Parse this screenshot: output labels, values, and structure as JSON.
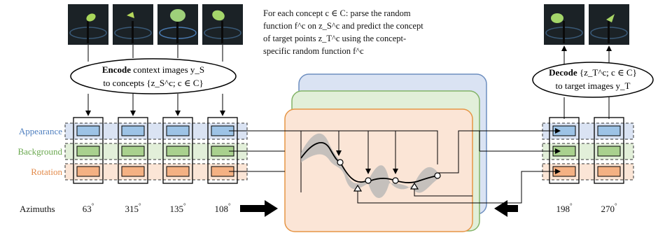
{
  "description": {
    "line1": "For each concept c ∈ C: parse the random",
    "line2": "function f^c on z_S^c and predict the concept",
    "line3": "of target points z_T^c using the concept-",
    "line4": "specific random function f^c"
  },
  "encode": {
    "bold": "Encode",
    "line1_rest": " context images y_S",
    "line2": "to concepts {z_S^c; c ∈ C}"
  },
  "decode": {
    "bold": "Decode",
    "line1_rest": " {z_T^c; c ∈ C}",
    "line2": "to target images y_T"
  },
  "concepts": [
    {
      "name": "Appearance",
      "color": "#4f7fbf"
    },
    {
      "name": "Background",
      "color": "#6aa84f"
    },
    {
      "name": "Rotation",
      "color": "#e38a4a"
    }
  ],
  "azimuth_label": "Azimuths",
  "context_azimuths": [
    "63",
    "315",
    "135",
    "108"
  ],
  "target_azimuths": [
    "198",
    "270"
  ],
  "degree_symbol": "°",
  "colors": {
    "blue_fill": "#dae3f3",
    "blue_stroke": "#6d8ebf",
    "green_fill": "#e2efd9",
    "green_stroke": "#82b366",
    "orange_fill": "#fbe5d6",
    "orange_stroke": "#e69545",
    "bar_blue": "#9dc3e6",
    "bar_green": "#a9d18e",
    "bar_orange": "#f4b183"
  }
}
